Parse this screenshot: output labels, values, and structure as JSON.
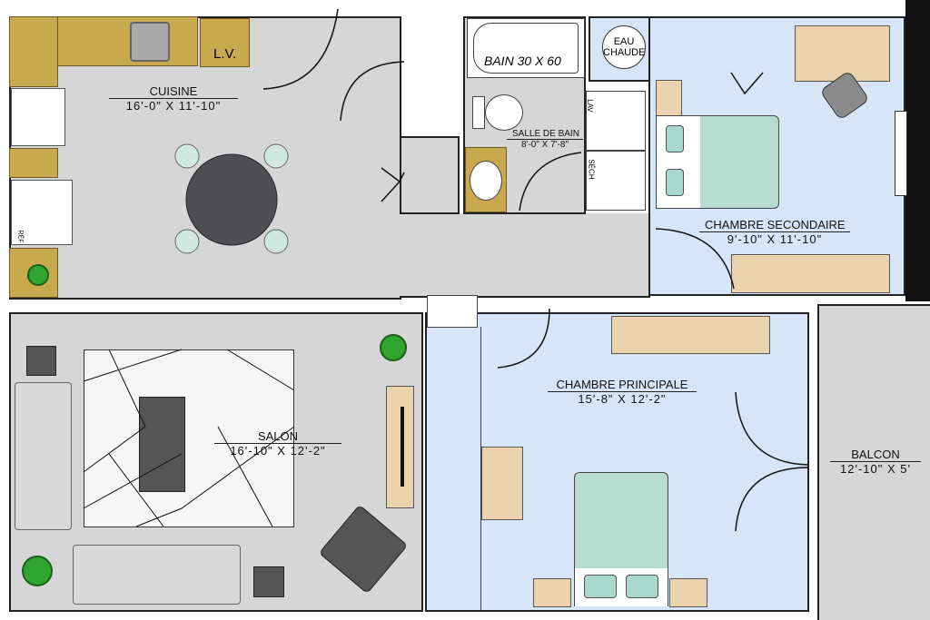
{
  "rooms": {
    "cuisine": {
      "name": "CUISINE",
      "dim": "16'-0\" X 11'-10\""
    },
    "salle_de_bain": {
      "name": "SALLE DE BAIN",
      "dim": "8'-0\" X 7'-8\""
    },
    "chambre_secondaire": {
      "name": "CHAMBRE SECONDAIRE",
      "dim": "9'-10\" X 11'-10\""
    },
    "salon": {
      "name": "SALON",
      "dim": "16'-10\" X 12'-2\""
    },
    "chambre_principale": {
      "name": "CHAMBRE PRINCIPALE",
      "dim": "15'-8\" X 12'-2\""
    },
    "balcon": {
      "name": "BALCON",
      "dim": "12'-10\" X 5'"
    }
  },
  "fixtures": {
    "lave_vaisselle": "L.V.",
    "bain": "BAIN 30 X 60",
    "eau_chaude": [
      "EAU",
      "CHAUDE"
    ],
    "refrigerateur": "RÉF",
    "laveuse": "LAV",
    "secheuse": "SÉCH"
  },
  "colors": {
    "floor_gray": "#d6d6d6",
    "bedroom_blue": "#d6e6f8",
    "counter_gold": "#c9a94d",
    "wood": "#ead3ad",
    "accent_mint": "#a9d8cc"
  }
}
